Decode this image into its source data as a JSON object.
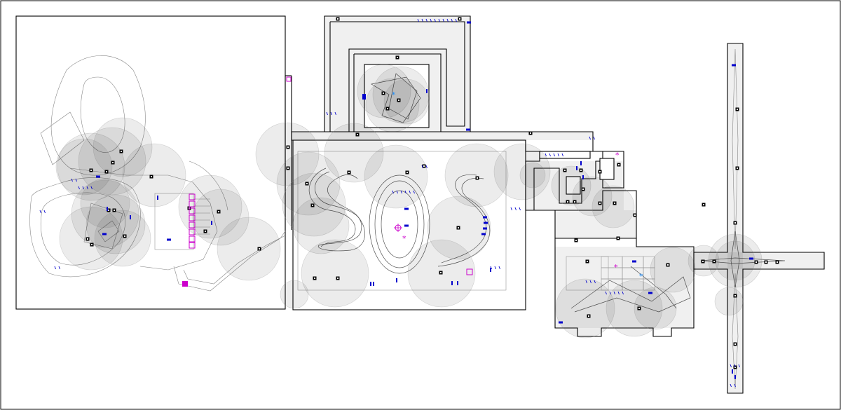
{
  "colors": {
    "background": "#ffffff",
    "wall": "#000000",
    "coverage": "#000000",
    "path": "#555555",
    "door_marker": "#0000cc",
    "target_marker": "#cc00cc",
    "goal_marker": "#1e90ff",
    "camera_icon": "#000000"
  },
  "legend": {},
  "icons": {
    "camera": "camera-icon",
    "door": "door-marker",
    "target": "target-marker",
    "star": "star-marker"
  }
}
